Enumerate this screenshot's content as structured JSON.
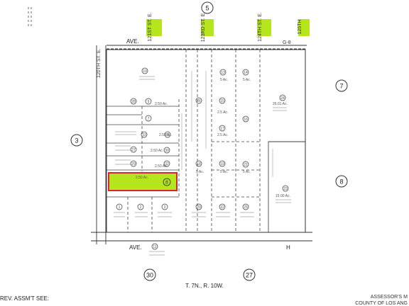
{
  "map": {
    "adjacent_pages": {
      "top": "5",
      "left": "3",
      "right_upper": "7",
      "right_lower": "8",
      "bottom_left": "30",
      "bottom_right": "27"
    },
    "streets": {
      "top_avenue": "AVE.",
      "top_avenue_suffix": "G-8",
      "bottom_avenue": "AVE.",
      "bottom_avenue_suffix": "H",
      "left_street": "120TH ST. E.",
      "top_121st": "121ST ST. E.",
      "top_123rd": "123RD ST. E.",
      "top_124th": "124TH ST. E.",
      "top_125th": "125TH"
    },
    "township": "T. 7N., R. 10W.",
    "footer_left": "REV. ASSM'T SEE:",
    "footer_right_1": "ASSESSOR'S M",
    "footer_right_2": "COUNTY OF LOS ANG",
    "highlight_color": "#b5e61d",
    "highlight_border": "#d8262a",
    "highlighted_parcel": {
      "number": "8",
      "area": "2.50 Ac."
    },
    "parcels": [
      {
        "id": "p10",
        "number": "10"
      },
      {
        "id": "p9",
        "number": "9"
      },
      {
        "id": "p7",
        "number": "7"
      },
      {
        "id": "p33",
        "number": "33"
      },
      {
        "id": "p31",
        "number": "31"
      },
      {
        "id": "p27",
        "number": "27"
      },
      {
        "id": "p30",
        "number": "30"
      },
      {
        "id": "p29",
        "number": "29"
      },
      {
        "id": "p32",
        "number": "32"
      },
      {
        "id": "p1",
        "number": "1"
      },
      {
        "id": "p2",
        "number": "2"
      },
      {
        "id": "p3",
        "number": "3"
      },
      {
        "id": "p13",
        "number": "13"
      },
      {
        "id": "p14",
        "number": "14"
      },
      {
        "id": "p15",
        "number": "15"
      },
      {
        "id": "p16",
        "number": "16"
      },
      {
        "id": "p17",
        "number": "17"
      },
      {
        "id": "p18",
        "number": "18"
      },
      {
        "id": "p19",
        "number": "19"
      },
      {
        "id": "p20",
        "number": "20"
      },
      {
        "id": "p21",
        "number": "21"
      },
      {
        "id": "p22",
        "number": "22"
      },
      {
        "id": "p23",
        "number": "23"
      },
      {
        "id": "p24",
        "number": "24"
      },
      {
        "id": "p25",
        "number": "25"
      },
      {
        "id": "p26",
        "number": "26"
      },
      {
        "id": "p28",
        "number": "28"
      },
      {
        "id": "p11",
        "number": "11"
      }
    ],
    "area_labels": {
      "a_250": "2.50 Ac.",
      "a_5": "5 Ac.",
      "a_25": "2.5 Ac.",
      "a_2601": "26.01 Ac.",
      "a_1500": "15.00 Ac."
    }
  }
}
